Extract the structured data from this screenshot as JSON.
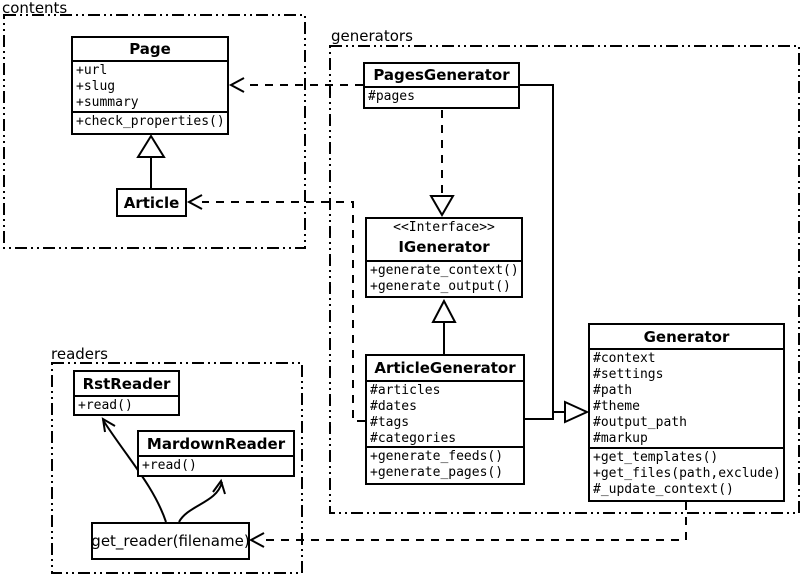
{
  "packages": {
    "contents": {
      "label": "contents"
    },
    "generators": {
      "label": "generators"
    },
    "readers": {
      "label": "readers"
    }
  },
  "classes": {
    "page": {
      "name": "Page",
      "attributes": [
        "+url",
        "+slug",
        "+summary"
      ],
      "methods": [
        "+check_properties()"
      ]
    },
    "article": {
      "name": "Article"
    },
    "pages_generator": {
      "name": "PagesGenerator",
      "attributes": [
        "#pages"
      ]
    },
    "igenerator": {
      "stereotype": "<<Interface>>",
      "name": "IGenerator",
      "methods": [
        "+generate_context()",
        "+generate_output()"
      ]
    },
    "article_generator": {
      "name": "ArticleGenerator",
      "attributes": [
        "#articles",
        "#dates",
        "#tags",
        "#categories"
      ],
      "methods": [
        "+generate_feeds()",
        "+generate_pages()"
      ]
    },
    "generator": {
      "name": "Generator",
      "attributes": [
        "#context",
        "#settings",
        "#path",
        "#theme",
        "#output_path",
        "#markup"
      ],
      "methods": [
        "+get_templates()",
        "+get_files(path,exclude)",
        "#_update_context()"
      ]
    },
    "rst_reader": {
      "name": "RstReader",
      "methods": [
        "+read()"
      ]
    },
    "mardown_reader": {
      "name": "MardownReader",
      "methods": [
        "+read()"
      ]
    },
    "get_reader": {
      "label": "get_reader(filename)"
    }
  },
  "relationships": [
    {
      "type": "generalization",
      "from": "Article",
      "to": "Page",
      "line": "solid"
    },
    {
      "type": "dependency",
      "from": "PagesGenerator",
      "to": "Page",
      "line": "dashed"
    },
    {
      "type": "dependency",
      "from": "ArticleGenerator",
      "to": "Article",
      "line": "dashed"
    },
    {
      "type": "realization",
      "from": "PagesGenerator",
      "to": "IGenerator",
      "line": "dashed"
    },
    {
      "type": "generalization",
      "from": "ArticleGenerator",
      "to": "IGenerator",
      "line": "solid"
    },
    {
      "type": "generalization",
      "from": "PagesGenerator",
      "to": "Generator",
      "line": "solid"
    },
    {
      "type": "generalization",
      "from": "ArticleGenerator",
      "to": "Generator",
      "line": "solid"
    },
    {
      "type": "dependency",
      "from": "Generator",
      "to": "get_reader(filename)",
      "line": "dashed"
    },
    {
      "type": "call",
      "from": "get_reader(filename)",
      "to": "RstReader",
      "line": "solid-curve"
    },
    {
      "type": "call",
      "from": "get_reader(filename)",
      "to": "MardownReader",
      "line": "solid-curve"
    }
  ],
  "colors": {
    "ink": "#000000",
    "paper": "#ffffff"
  }
}
